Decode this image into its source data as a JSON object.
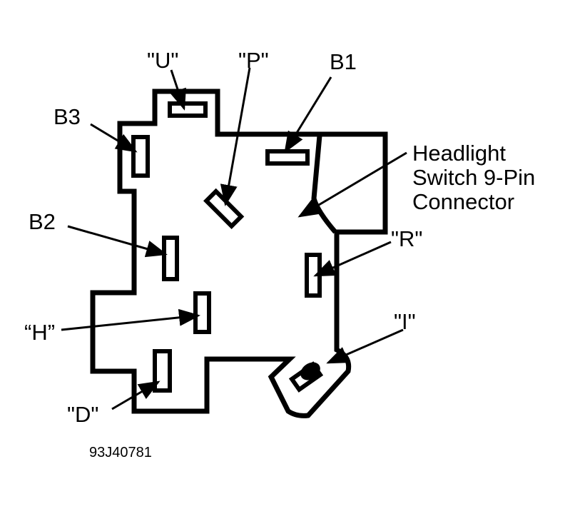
{
  "diagram": {
    "connector_title_lines": [
      "Headlight",
      "Switch 9-Pin",
      "Connector"
    ],
    "pins": {
      "u": "\"U\"",
      "p": "\"P\"",
      "b1": "B1",
      "b3": "B3",
      "b2": "B2",
      "r": "\"R\"",
      "h": "“H”",
      "i": "\"I\"",
      "d": "\"D\""
    },
    "figure_code": "93J40781"
  }
}
